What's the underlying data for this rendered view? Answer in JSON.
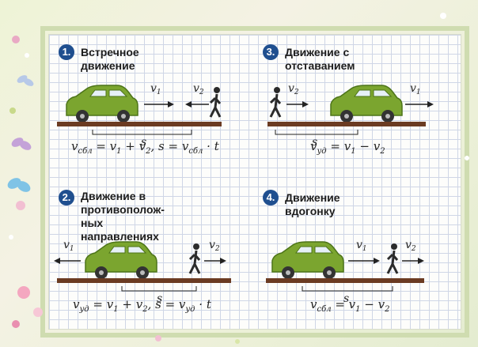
{
  "panels": [
    {
      "number": "1.",
      "title": "Встречное движение",
      "car_speed": "v",
      "car_speed_sub": "1",
      "person_speed": "v",
      "person_speed_sub": "2",
      "distance": "s",
      "formula": {
        "a": "v",
        "a_sub": "сбл",
        "b": " = v",
        "b_sub": "1",
        "c": " + v",
        "c_sub": "2",
        "d": ",   s = v",
        "d_sub": "сбл",
        "e": " · t"
      }
    },
    {
      "number": "2.",
      "title": "Движение в противополож-\nных направлениях",
      "car_speed": "v",
      "car_speed_sub": "1",
      "person_speed": "v",
      "person_speed_sub": "2",
      "distance": "s",
      "formula": {
        "a": "v",
        "a_sub": "уд",
        "b": " = v",
        "b_sub": "1",
        "c": " + v",
        "c_sub": "2",
        "d": ",   s = v",
        "d_sub": "уд",
        "e": " · t"
      }
    },
    {
      "number": "3.",
      "title": "Движение с отставанием",
      "car_speed": "v",
      "car_speed_sub": "1",
      "person_speed": "v",
      "person_speed_sub": "2",
      "distance": "s",
      "formula": {
        "a": "v",
        "a_sub": "уд",
        "b": " = v",
        "b_sub": "1",
        "c": " − v",
        "c_sub": "2"
      }
    },
    {
      "number": "4.",
      "title": "Движение вдогонку",
      "car_speed": "v",
      "car_speed_sub": "1",
      "person_speed": "v",
      "person_speed_sub": "2",
      "distance": "s",
      "formula": {
        "a": "v",
        "a_sub": "сбл",
        "b": " = v",
        "b_sub": "1",
        "c": " − v",
        "c_sub": "2"
      }
    }
  ],
  "colors": {
    "badge": "#1f4f8f",
    "road": "#6b3b22",
    "car": "#7ba52f",
    "car_dark": "#4d7419",
    "arrow": "#222222"
  }
}
